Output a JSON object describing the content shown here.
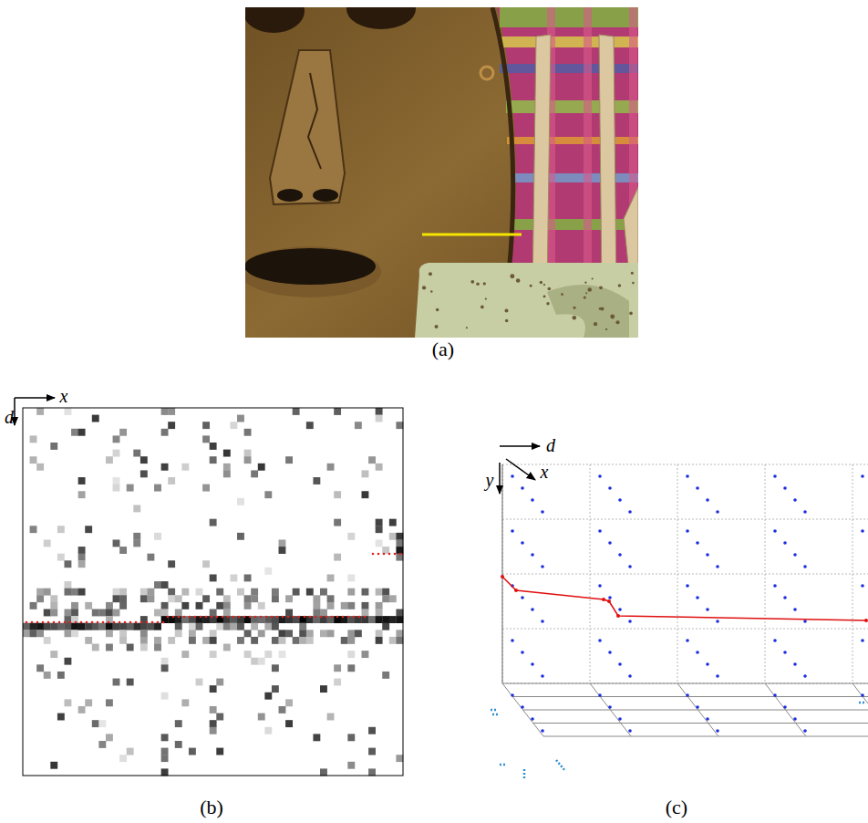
{
  "diagram": {
    "labels": [
      "(a)",
      "(b)",
      "(c)",
      "x",
      "d",
      "d",
      "x",
      "y"
    ]
  }
}
